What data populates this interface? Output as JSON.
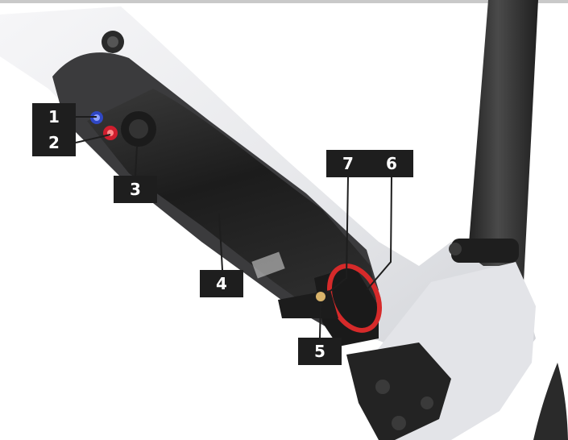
{
  "callouts": [
    {
      "label": "1"
    },
    {
      "label": "2"
    },
    {
      "label": "3"
    },
    {
      "label": "4"
    },
    {
      "label": "5"
    },
    {
      "label": "6"
    },
    {
      "label": "7"
    }
  ],
  "colors": {
    "frame": "#e9eaed",
    "shock_body": "#262626",
    "seatpost": "#2b2b2b",
    "callout_bg": "#1e1e1e",
    "callout_text": "#ffffff",
    "blue_valve": "#2f47c4",
    "red_valve": "#d01e2e",
    "red_o_ring": "#d62a2a",
    "brass_bolt": "#d9b36a"
  }
}
